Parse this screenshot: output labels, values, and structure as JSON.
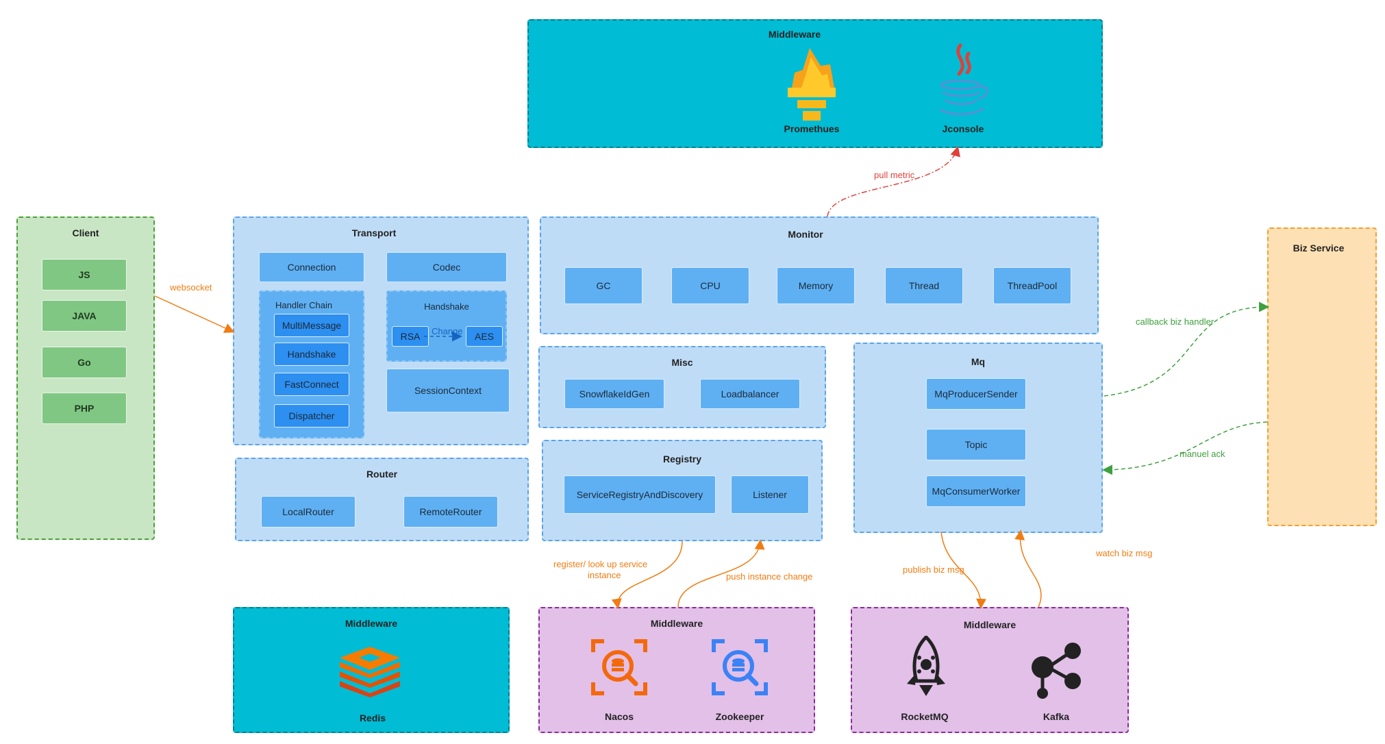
{
  "client": {
    "title": "Client",
    "items": [
      "JS",
      "JAVA",
      "Go",
      "PHP"
    ]
  },
  "transport": {
    "title": "Transport",
    "connection": "Connection",
    "codec": "Codec",
    "handler_chain": {
      "title": "Handler Chain",
      "items": [
        "MultiMessage",
        "Handshake",
        "FastConnect",
        "Dispatcher"
      ]
    },
    "handshake": {
      "title": "Handshake",
      "rsa": "RSA",
      "change": "Change",
      "aes": "AES"
    },
    "session_context": "SessionContext"
  },
  "router": {
    "title": "Router",
    "items": [
      "LocalRouter",
      "RemoteRouter"
    ]
  },
  "monitor": {
    "title": "Monitor",
    "items": [
      "GC",
      "CPU",
      "Memory",
      "Thread",
      "ThreadPool"
    ]
  },
  "misc": {
    "title": "Misc",
    "items": [
      "SnowflakeIdGen",
      "Loadbalancer"
    ]
  },
  "registry": {
    "title": "Registry",
    "items": [
      "ServiceRegistryAndDiscovery",
      "Listener"
    ]
  },
  "mq": {
    "title": "Mq",
    "items": [
      "MqProducerSender",
      "Topic",
      "MqConsumerWorker"
    ]
  },
  "biz_service": {
    "title": "Biz Service"
  },
  "middleware_top": {
    "title": "Middleware",
    "tools": [
      "Promethues",
      "Jconsole"
    ]
  },
  "middleware_redis": {
    "title": "Middleware",
    "tools": [
      "Redis"
    ]
  },
  "middleware_registry": {
    "title": "Middleware",
    "tools": [
      "Nacos",
      "Zookeeper"
    ]
  },
  "middleware_mq": {
    "title": "Middleware",
    "tools": [
      "RocketMQ",
      "Kafka"
    ]
  },
  "edges": {
    "websocket": "websocket",
    "pull_metric": "pull metric",
    "callback": "callback biz handler",
    "manuel_ack": "manuel ack",
    "register_line1": "register/ look up service",
    "register_line2": "instance",
    "push_change": "push instance change",
    "publish": "publish biz msg",
    "watch": "watch biz msg"
  },
  "colors": {
    "blue_panel": "#bfdcf7",
    "blue_item": "#5fb0f2",
    "green_panel": "#c9e6c4",
    "orange_panel": "#fde0b4",
    "teal_panel": "#00bcd4",
    "purple_panel": "#e2c0e8",
    "orange_edge": "#f07c12",
    "green_edge": "#3ea03e",
    "red_edge": "#e0403a"
  }
}
